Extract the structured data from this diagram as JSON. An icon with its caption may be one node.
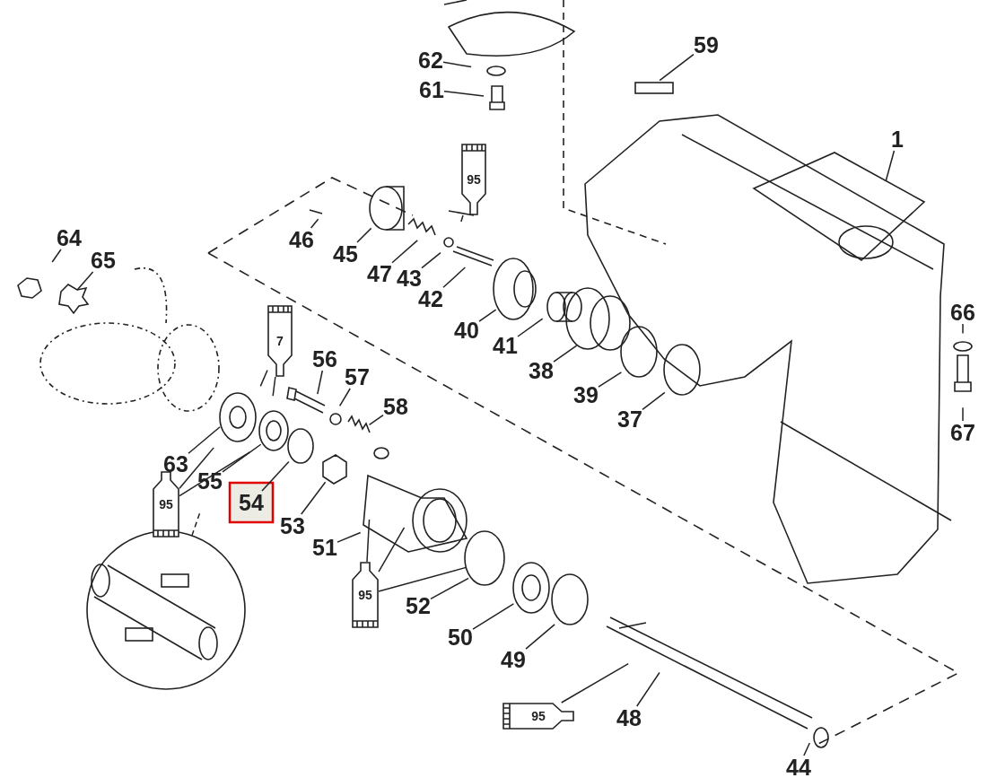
{
  "diagram": {
    "nodes": [
      {
        "text": [
          "59"
        ]
      },
      {
        "text": [
          "62"
        ]
      },
      {
        "text": [
          "61"
        ]
      },
      {
        "text": [
          "1"
        ]
      },
      {
        "text": [
          "95"
        ]
      },
      {
        "text": [
          "46"
        ]
      },
      {
        "text": [
          "45"
        ]
      },
      {
        "text": [
          "47"
        ]
      },
      {
        "text": [
          "43"
        ]
      },
      {
        "text": [
          "42"
        ]
      },
      {
        "text": [
          "40"
        ]
      },
      {
        "text": [
          "41"
        ]
      },
      {
        "text": [
          "64"
        ]
      },
      {
        "text": [
          "65"
        ]
      },
      {
        "text": [
          "66"
        ]
      },
      {
        "text": [
          "7"
        ]
      },
      {
        "text": [
          "38"
        ]
      },
      {
        "text": [
          "56"
        ]
      },
      {
        "text": [
          "57"
        ]
      },
      {
        "text": [
          "39"
        ]
      },
      {
        "text": [
          "37"
        ]
      },
      {
        "text": [
          "58"
        ]
      },
      {
        "text": [
          "67"
        ]
      },
      {
        "text": [
          "63"
        ]
      },
      {
        "text": [
          "55"
        ]
      },
      {
        "text": [
          "54"
        ]
      },
      {
        "text": [
          "95"
        ]
      },
      {
        "text": [
          "53"
        ]
      },
      {
        "text": [
          "51"
        ]
      },
      {
        "text": [
          "95"
        ]
      },
      {
        "text": [
          "52"
        ]
      },
      {
        "text": [
          "50"
        ]
      },
      {
        "text": [
          "49"
        ]
      },
      {
        "text": [
          "48"
        ]
      },
      {
        "text": [
          "95"
        ]
      },
      {
        "text": [
          "44"
        ]
      },
      {
        "text": [],
        "shape": "picture"
      }
    ],
    "edges": [
      {
        "from": 0,
        "to": null,
        "arrow": "none"
      },
      {
        "from": 1,
        "to": null,
        "arrow": "none"
      },
      {
        "from": 2,
        "to": null,
        "arrow": "none"
      },
      {
        "from": 3,
        "to": null,
        "arrow": "none"
      },
      {
        "from": 4,
        "to": null,
        "arrow": "none"
      },
      {
        "from": 5,
        "to": null,
        "arrow": "none"
      },
      {
        "from": 6,
        "to": null,
        "arrow": "none"
      },
      {
        "from": 7,
        "to": null,
        "arrow": "none"
      },
      {
        "from": 8,
        "to": null,
        "arrow": "none"
      },
      {
        "from": 9,
        "to": null,
        "arrow": "none"
      },
      {
        "from": 10,
        "to": null,
        "arrow": "none"
      },
      {
        "from": 11,
        "to": null,
        "arrow": "none"
      },
      {
        "from": 12,
        "to": null,
        "arrow": "none"
      },
      {
        "from": 13,
        "to": null,
        "arrow": "none"
      },
      {
        "from": 14,
        "to": null,
        "arrow": "none"
      },
      {
        "from": 15,
        "to": null,
        "arrow": "none"
      },
      {
        "from": 15,
        "to": null,
        "arrow": "none"
      },
      {
        "from": 16,
        "to": null,
        "arrow": "none"
      },
      {
        "from": 17,
        "to": null,
        "arrow": "none"
      },
      {
        "from": 18,
        "to": null,
        "arrow": "none"
      },
      {
        "from": 19,
        "to": null,
        "arrow": "none"
      },
      {
        "from": 20,
        "to": null,
        "arrow": "none"
      },
      {
        "from": 21,
        "to": null,
        "arrow": "none"
      },
      {
        "from": 22,
        "to": null,
        "arrow": "none"
      },
      {
        "from": 23,
        "to": null,
        "arrow": "none"
      },
      {
        "from": 24,
        "to": null,
        "arrow": "none"
      },
      {
        "from": 25,
        "to": null,
        "arrow": "none"
      },
      {
        "from": 26,
        "to": null,
        "arrow": "none"
      },
      {
        "from": 26,
        "to": null,
        "arrow": "none"
      },
      {
        "from": 27,
        "to": null,
        "arrow": "none"
      },
      {
        "from": 28,
        "to": null,
        "arrow": "none"
      },
      {
        "from": 29,
        "to": null,
        "arrow": "none"
      },
      {
        "from": 29,
        "to": null,
        "arrow": "none"
      },
      {
        "from": 29,
        "to": null,
        "arrow": "none"
      },
      {
        "from": 30,
        "to": null,
        "arrow": "none"
      },
      {
        "from": 31,
        "to": null,
        "arrow": "none"
      },
      {
        "from": 32,
        "to": null,
        "arrow": "none"
      },
      {
        "from": 33,
        "to": null,
        "arrow": "none"
      },
      {
        "from": 34,
        "to": null,
        "arrow": "none"
      },
      {
        "from": 35,
        "to": null,
        "arrow": "none"
      },
      {
        "from": 36,
        "to": null,
        "arrow": "none",
        "style": "dashed"
      }
    ]
  }
}
